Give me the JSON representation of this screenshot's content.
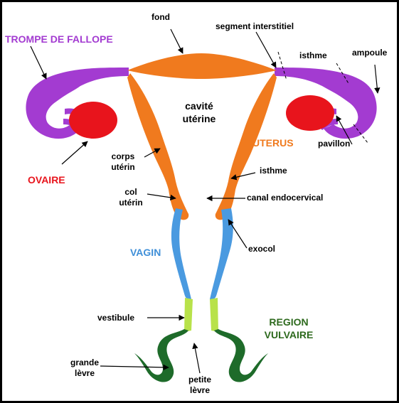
{
  "labels": {
    "fond": "fond",
    "segment_interstitiel": "segment interstitiel",
    "trompe": "TROMPE DE FALLOPE",
    "isthme_trompe": "isthme",
    "ampoule": "ampoule",
    "cavite_line1": "cavité",
    "cavite_line2": "utérine",
    "uterus": "UTERUS",
    "pavillon": "pavillon",
    "corps_line1": "corps",
    "corps_line2": "utérin",
    "ovaire": "OVAIRE",
    "isthme_uterus": "isthme",
    "col_line1": "col",
    "col_line2": "utérin",
    "canal": "canal endocervical",
    "exocol": "exocol",
    "vagin": "VAGIN",
    "vestibule": "vestibule",
    "region_line1": "REGION",
    "region_line2": "VULVAIRE",
    "grande_line1": "grande",
    "grande_line2": "lèvre",
    "petite_line1": "petite",
    "petite_line2": "lèvre"
  },
  "colors": {
    "tube": "#a33bd1",
    "uterus": "#f07a1e",
    "ovary": "#e8141c",
    "vagina": "#4a9ae0",
    "vestibule": "#b8e24a",
    "vulva": "#1e6b2a",
    "trompe_text": "#a33bd1",
    "uterus_text": "#f07a1e",
    "ovaire_text": "#e8141c",
    "vagin_text": "#3f8fd8",
    "region_text": "#2e6a1e"
  }
}
